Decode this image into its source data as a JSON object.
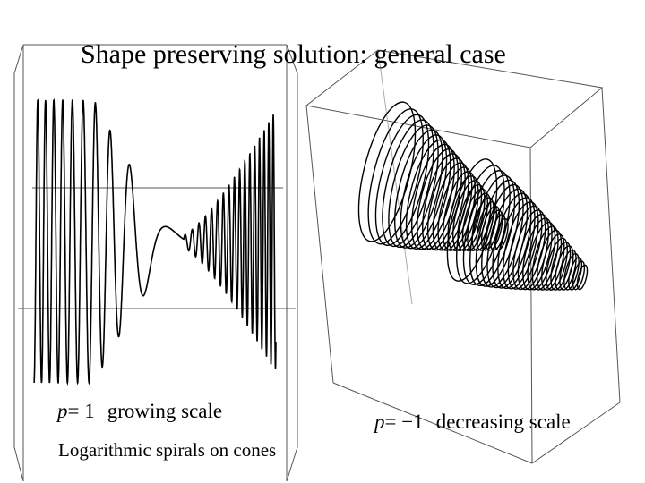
{
  "slide": {
    "title": "Shape preserving solution: general case",
    "caption": "Logarithmic spirals on cones"
  },
  "left_panel": {
    "p_symbol": "p",
    "p_value": "= 1",
    "description": "growing scale"
  },
  "right_panel": {
    "p_symbol": "p",
    "p_value": "= −1",
    "description": "decreasing scale"
  },
  "colors": {
    "background": "#ffffff",
    "line": "#000000",
    "box_edge": "#555555"
  }
}
